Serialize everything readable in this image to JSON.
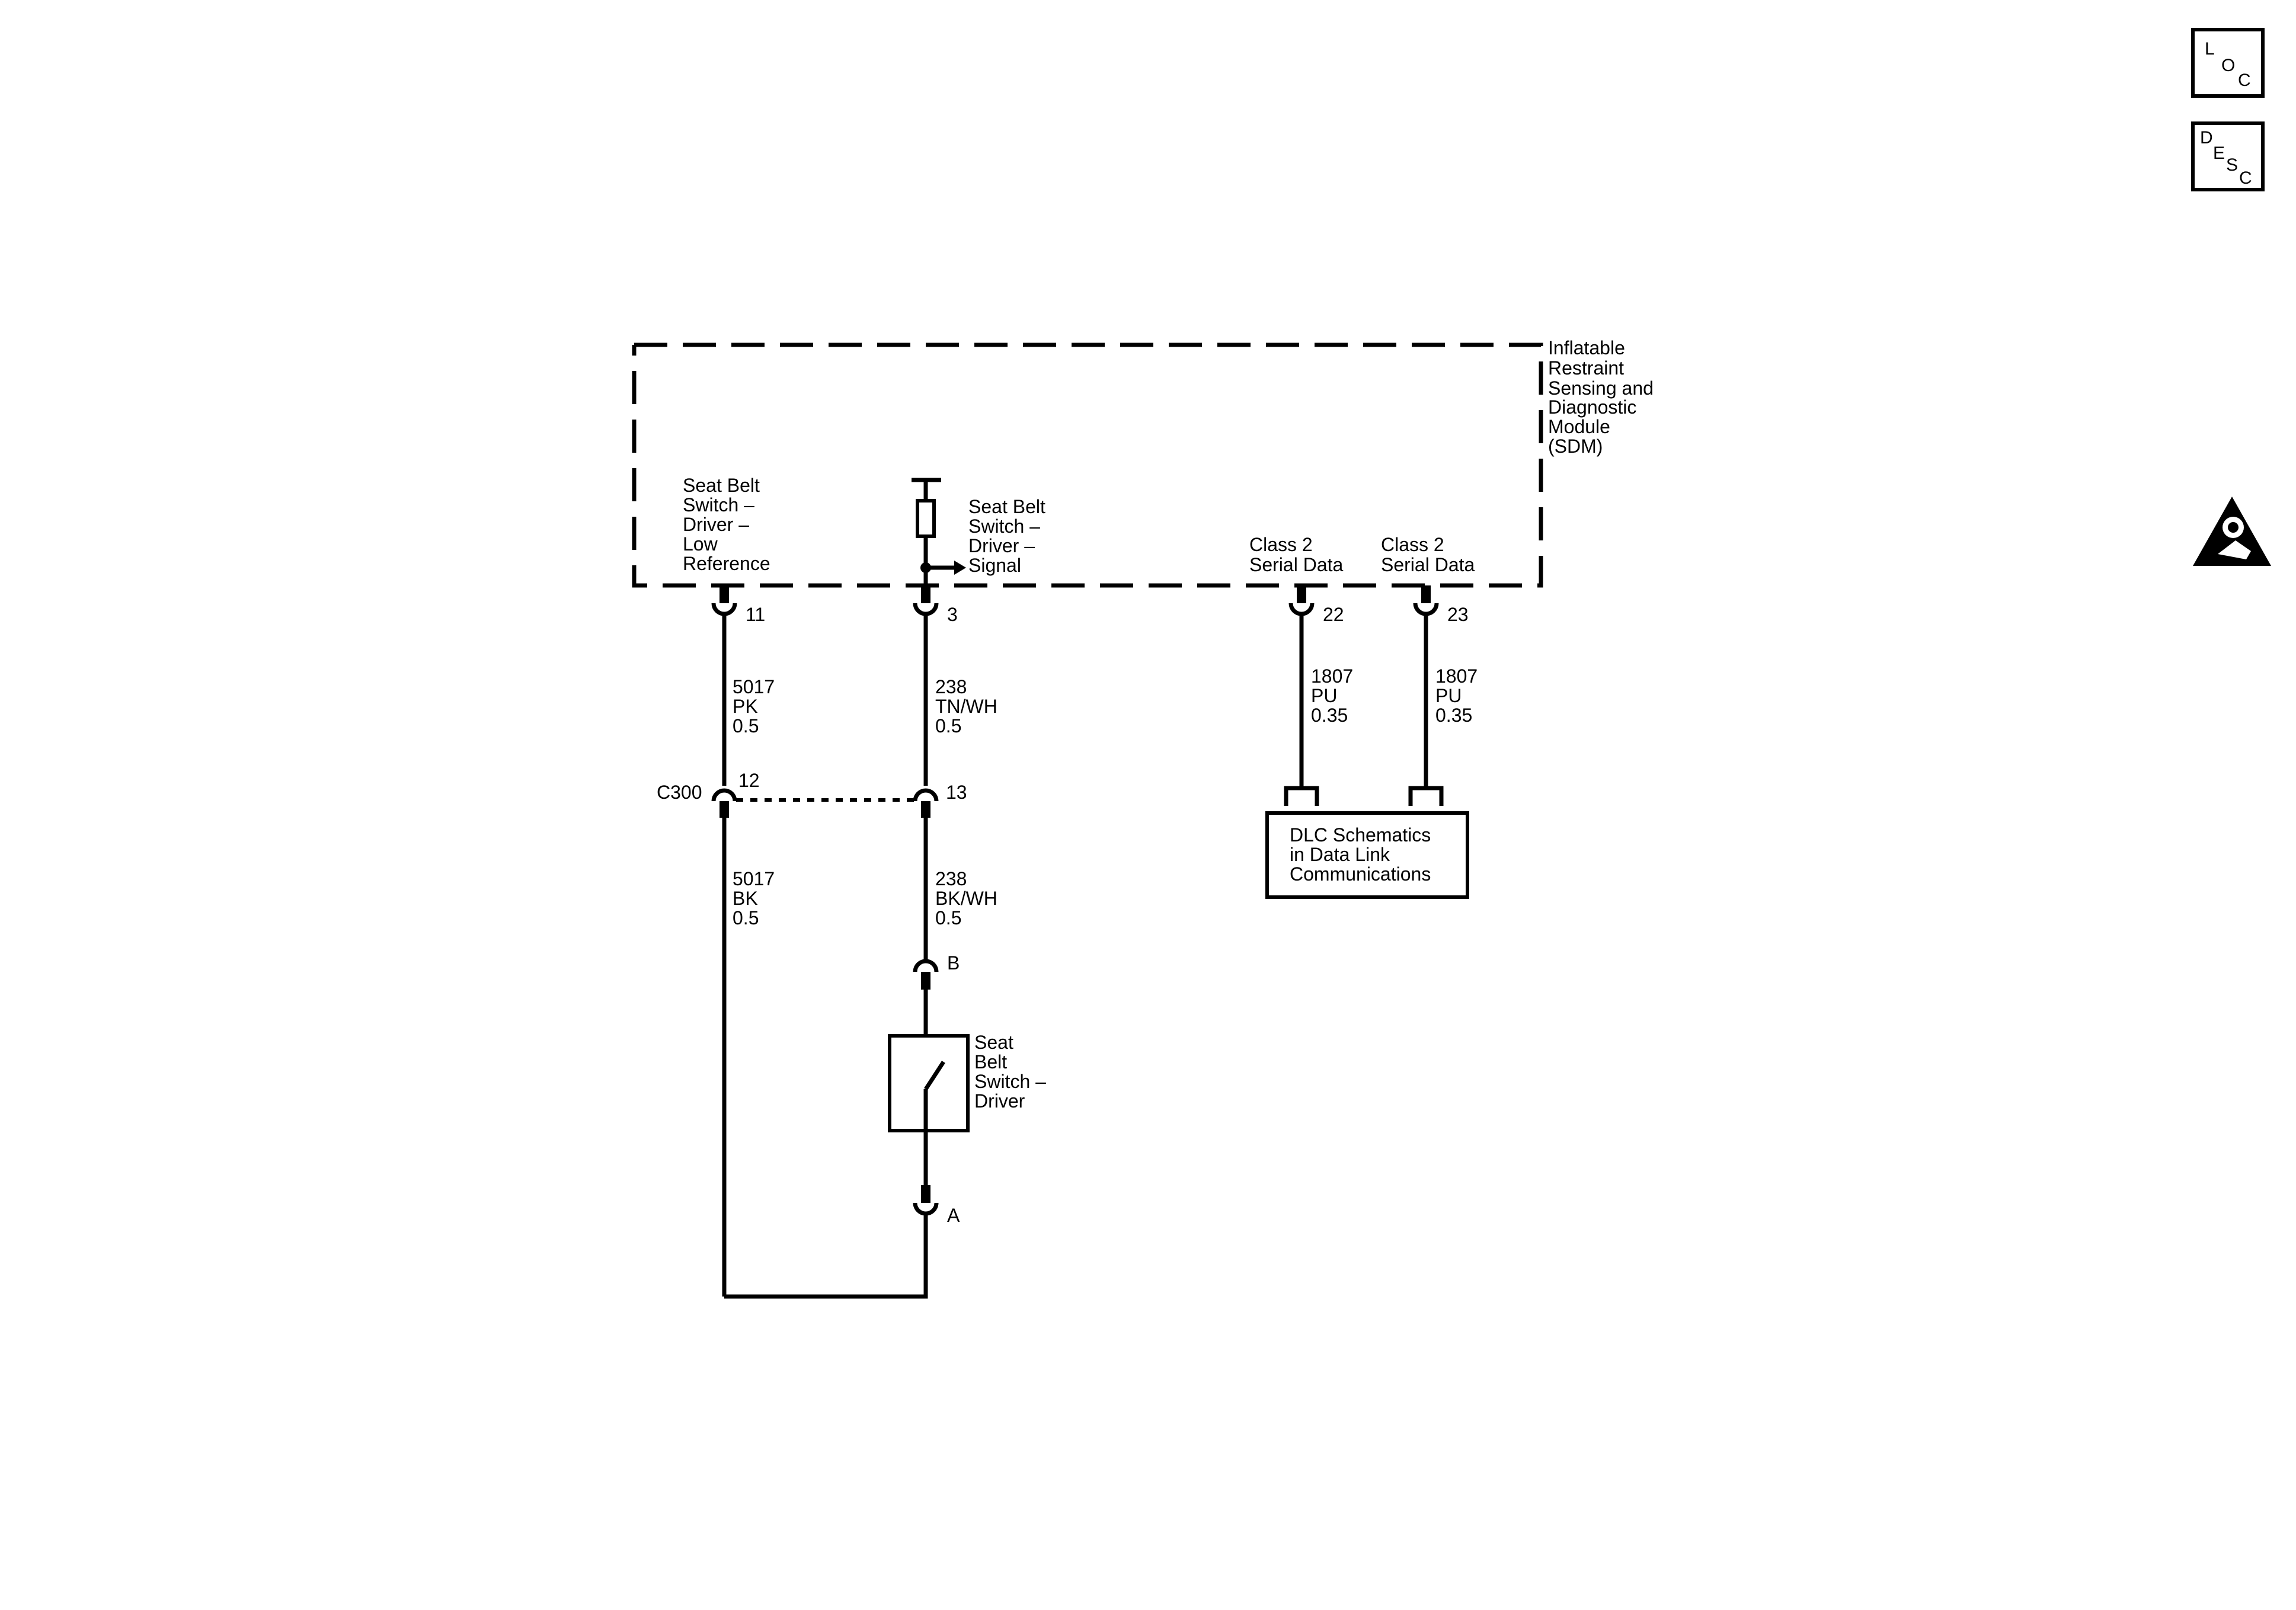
{
  "side_buttons": {
    "loc": {
      "l": "L",
      "o": "O",
      "c": "C"
    },
    "desc": {
      "d": "D",
      "e": "E",
      "s": "S",
      "c": "C"
    }
  },
  "icons": {
    "airbag_warning": "airbag-warning-icon"
  },
  "module": {
    "name_lines": [
      "Inflatable",
      "Restraint",
      "Sensing and",
      "Diagnostic",
      "Module",
      "(SDM)"
    ]
  },
  "terminals": {
    "t11": {
      "label_lines": [
        "Seat Belt",
        "Switch –",
        "Driver –",
        "Low",
        "Reference"
      ],
      "pin": "11"
    },
    "t3": {
      "label_lines": [
        "Seat Belt",
        "Switch –",
        "Driver –",
        "Signal"
      ],
      "pin": "3"
    },
    "t22": {
      "label_lines": [
        "Class 2",
        "Serial Data"
      ],
      "pin": "22"
    },
    "t23": {
      "label_lines": [
        "Class 2",
        "Serial Data"
      ],
      "pin": "23"
    }
  },
  "wires": {
    "w5017_upper": [
      "5017",
      "PK",
      "0.5"
    ],
    "w238_upper": [
      "238",
      "TN/WH",
      "0.5"
    ],
    "w1807_a": [
      "1807",
      "PU",
      "0.35"
    ],
    "w1807_b": [
      "1807",
      "PU",
      "0.35"
    ],
    "w5017_lower": [
      "5017",
      "BK",
      "0.5"
    ],
    "w238_lower": [
      "238",
      "BK/WH",
      "0.5"
    ]
  },
  "connector": {
    "name": "C300",
    "pin_left": "12",
    "pin_right": "13"
  },
  "switch": {
    "label_lines": [
      "Seat",
      "Belt",
      "Switch –",
      "Driver"
    ],
    "pin_top": "B",
    "pin_bottom": "A"
  },
  "dlc": {
    "lines": [
      "DLC Schematics",
      "in Data Link",
      "Communications"
    ]
  }
}
